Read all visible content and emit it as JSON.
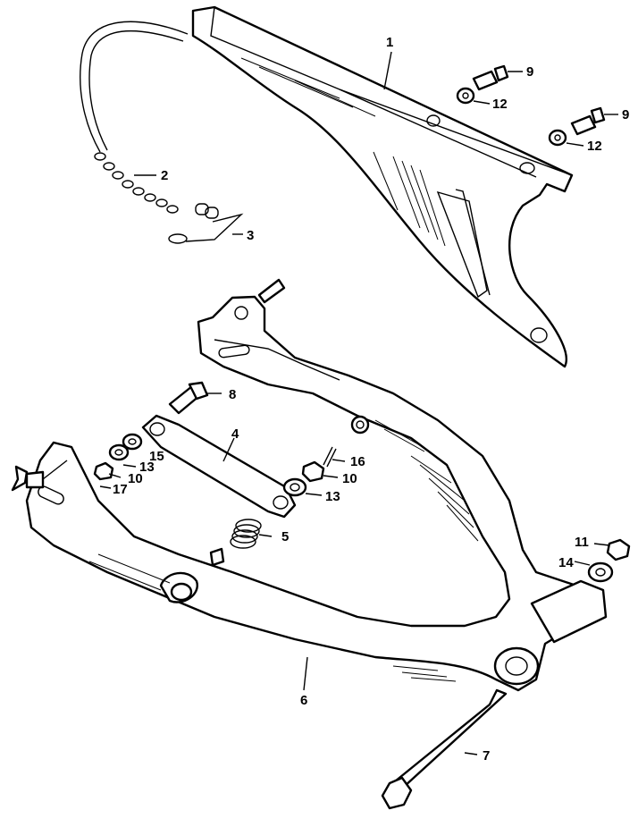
{
  "callouts": [
    {
      "id": "1",
      "text": "1"
    },
    {
      "id": "2",
      "text": "2"
    },
    {
      "id": "3",
      "text": "3"
    },
    {
      "id": "4",
      "text": "4"
    },
    {
      "id": "5",
      "text": "5"
    },
    {
      "id": "6",
      "text": "6"
    },
    {
      "id": "7",
      "text": "7"
    },
    {
      "id": "8",
      "text": "8"
    },
    {
      "id": "9a",
      "text": "9"
    },
    {
      "id": "9b",
      "text": "9"
    },
    {
      "id": "10a",
      "text": "10"
    },
    {
      "id": "10b",
      "text": "10"
    },
    {
      "id": "11",
      "text": "11"
    },
    {
      "id": "12a",
      "text": "12"
    },
    {
      "id": "12b",
      "text": "12"
    },
    {
      "id": "13a",
      "text": "13"
    },
    {
      "id": "13b",
      "text": "13"
    },
    {
      "id": "14",
      "text": "14"
    },
    {
      "id": "15",
      "text": "15"
    },
    {
      "id": "16",
      "text": "16"
    },
    {
      "id": "17",
      "text": "17"
    }
  ]
}
